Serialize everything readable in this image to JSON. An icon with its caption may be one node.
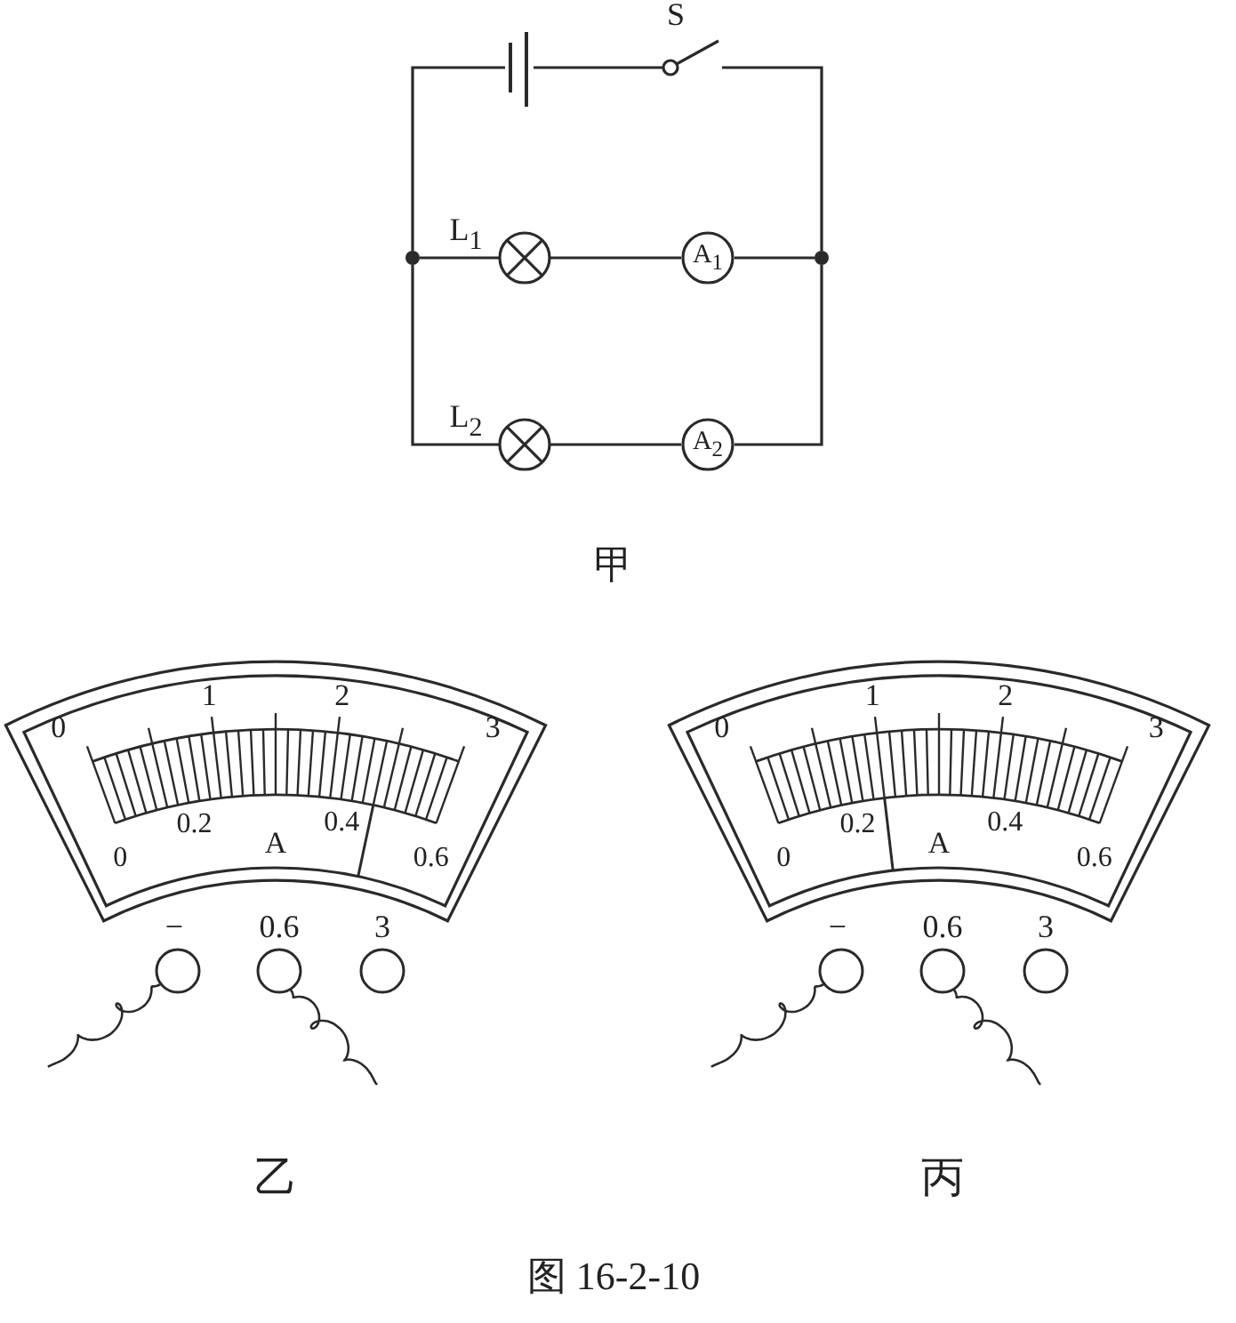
{
  "diagram": {
    "caption": "图 16-2-10",
    "nodes": [
      {
        "text": [],
        "shape": "battery"
      },
      {
        "text": [
          "S"
        ]
      },
      {
        "text": [
          "L$_{1}$"
        ]
      },
      {
        "text": [
          "A$_{1}$"
        ]
      },
      {
        "text": [
          "L$_{2}$"
        ]
      },
      {
        "text": [
          "A$_{2}$"
        ]
      },
      {
        "text": [],
        "shape": "dot"
      },
      {
        "text": [],
        "shape": "dot"
      }
    ],
    "edges": [
      {
        "from": 0,
        "to": 1,
        "arrow": "none"
      },
      {
        "from": 1,
        "to": 7,
        "arrow": "none"
      },
      {
        "from": 6,
        "to": 0,
        "arrow": "none"
      },
      {
        "from": 6,
        "to": 2,
        "arrow": "none"
      },
      {
        "from": 2,
        "to": 3,
        "arrow": "none"
      },
      {
        "from": 3,
        "to": 7,
        "arrow": "none"
      },
      {
        "from": 6,
        "to": 4,
        "arrow": "none"
      },
      {
        "from": 4,
        "to": 5,
        "arrow": "none"
      },
      {
        "from": 5,
        "to": 7,
        "arrow": "none"
      }
    ],
    "labels": [
      "甲",
      "0",
      "1",
      "2",
      "3",
      "0",
      "0.2",
      "A",
      "0.4",
      "0.6",
      "−",
      "0.6",
      "3",
      "0",
      "1",
      "2",
      "3",
      "0",
      "0.2",
      "A",
      "0.4",
      "0.6",
      "−",
      "0.6",
      "3",
      "乙",
      "丙"
    ]
  }
}
